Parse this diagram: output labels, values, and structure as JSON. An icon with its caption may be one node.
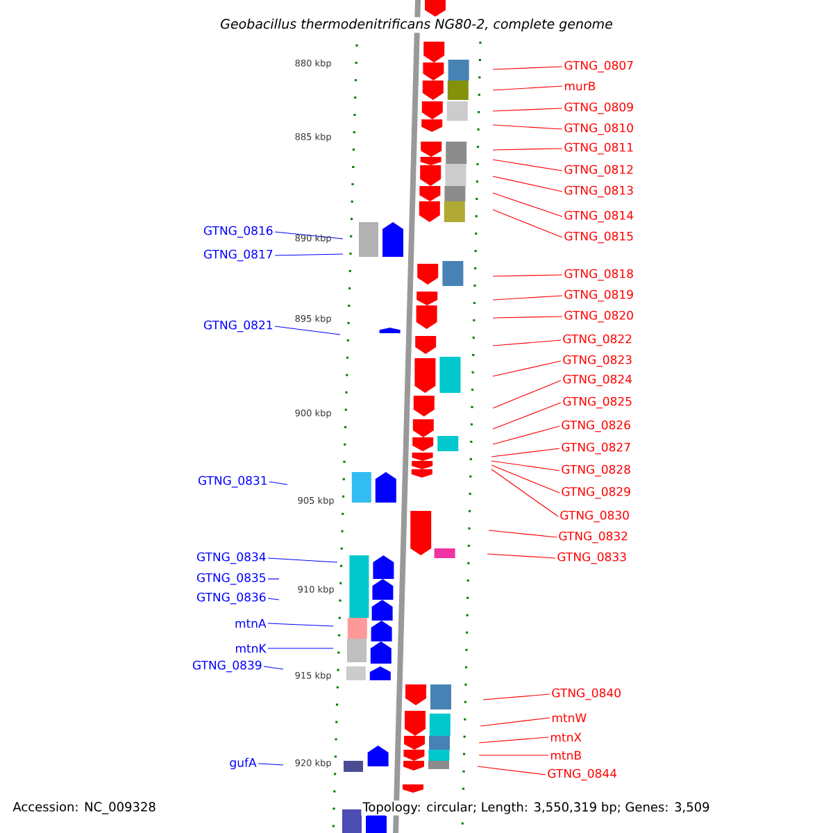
{
  "diagram": {
    "title": "Geobacillus thermodenitrificans NG80-2, complete genome",
    "nodes": [
      {
        "text": [
          "GTNG_0807"
        ]
      },
      {
        "text": [
          "murB"
        ]
      },
      {
        "text": [
          "GTNG_0809"
        ]
      },
      {
        "text": [
          "GTNG_0810"
        ]
      },
      {
        "text": [
          "GTNG_0811"
        ]
      },
      {
        "text": [
          "GTNG_0812"
        ]
      },
      {
        "text": [
          "GTNG_0813"
        ]
      },
      {
        "text": [
          "GTNG_0814"
        ]
      },
      {
        "text": [
          "GTNG_0815"
        ]
      },
      {
        "text": [
          "GTNG_0816"
        ]
      },
      {
        "text": [
          "GTNG_0817"
        ]
      },
      {
        "text": [
          "GTNG_0818"
        ]
      },
      {
        "text": [
          "GTNG_0819"
        ]
      },
      {
        "text": [
          "GTNG_0820"
        ]
      },
      {
        "text": [
          "GTNG_0821"
        ]
      },
      {
        "text": [
          "GTNG_0822"
        ]
      },
      {
        "text": [
          "GTNG_0823"
        ]
      },
      {
        "text": [
          "GTNG_0824"
        ]
      },
      {
        "text": [
          "GTNG_0825"
        ]
      },
      {
        "text": [
          "GTNG_0826"
        ]
      },
      {
        "text": [
          "GTNG_0827"
        ]
      },
      {
        "text": [
          "GTNG_0828"
        ]
      },
      {
        "text": [
          "GTNG_0829"
        ]
      },
      {
        "text": [
          "GTNG_0830"
        ]
      },
      {
        "text": [
          "GTNG_0831"
        ]
      },
      {
        "text": [
          "GTNG_0832"
        ]
      },
      {
        "text": [
          "GTNG_0833"
        ]
      },
      {
        "text": [
          "GTNG_0834"
        ]
      },
      {
        "text": [
          "GTNG_0835"
        ]
      },
      {
        "text": [
          "GTNG_0836"
        ]
      },
      {
        "text": [
          "mtnA"
        ]
      },
      {
        "text": [
          "mtnK"
        ]
      },
      {
        "text": [
          "GTNG_0839"
        ]
      },
      {
        "text": [
          "GTNG_0840"
        ]
      },
      {
        "text": [
          "mtnW"
        ]
      },
      {
        "text": [
          "mtnX"
        ]
      },
      {
        "text": [
          "mtnB"
        ]
      },
      {
        "text": [
          "GTNG_0844"
        ]
      },
      {
        "text": [
          "gufA"
        ]
      }
    ],
    "edges": [
      {
        "from": 0,
        "to": null,
        "arrow": "none"
      },
      {
        "from": 1,
        "to": null,
        "arrow": "none"
      },
      {
        "from": 2,
        "to": null,
        "arrow": "none"
      },
      {
        "from": 3,
        "to": null,
        "arrow": "none"
      },
      {
        "from": 4,
        "to": null,
        "arrow": "none"
      },
      {
        "from": 5,
        "to": null,
        "arrow": "none"
      },
      {
        "from": 6,
        "to": null,
        "arrow": "none"
      },
      {
        "from": 7,
        "to": null,
        "arrow": "none"
      },
      {
        "from": 8,
        "to": null,
        "arrow": "none"
      },
      {
        "from": 9,
        "to": null,
        "arrow": "none",
        "color": "#0000ff"
      },
      {
        "from": 10,
        "to": null,
        "arrow": "none",
        "color": "#0000ff"
      },
      {
        "from": 11,
        "to": null,
        "arrow": "none"
      },
      {
        "from": 12,
        "to": null,
        "arrow": "none"
      },
      {
        "from": 13,
        "to": null,
        "arrow": "none"
      },
      {
        "from": 14,
        "to": null,
        "arrow": "none",
        "color": "#0000ff"
      },
      {
        "from": 15,
        "to": null,
        "arrow": "none"
      },
      {
        "from": 16,
        "to": null,
        "arrow": "none"
      },
      {
        "from": 17,
        "to": null,
        "arrow": "none"
      },
      {
        "from": 18,
        "to": null,
        "arrow": "none"
      },
      {
        "from": 19,
        "to": null,
        "arrow": "none"
      },
      {
        "from": 20,
        "to": null,
        "arrow": "none"
      },
      {
        "from": 21,
        "to": null,
        "arrow": "none"
      },
      {
        "from": 22,
        "to": null,
        "arrow": "none"
      },
      {
        "from": 23,
        "to": null,
        "arrow": "none"
      },
      {
        "from": 24,
        "to": null,
        "arrow": "none",
        "color": "#0000ff"
      },
      {
        "from": 25,
        "to": null,
        "arrow": "none"
      },
      {
        "from": 26,
        "to": null,
        "arrow": "none"
      },
      {
        "from": 27,
        "to": null,
        "arrow": "none",
        "color": "#0000ff"
      },
      {
        "from": 28,
        "to": null,
        "arrow": "none",
        "color": "#0000ff"
      },
      {
        "from": 29,
        "to": null,
        "arrow": "none",
        "color": "#0000ff"
      },
      {
        "from": 30,
        "to": null,
        "arrow": "none",
        "color": "#0000ff"
      },
      {
        "from": 31,
        "to": null,
        "arrow": "none",
        "color": "#0000ff"
      },
      {
        "from": 32,
        "to": null,
        "arrow": "none",
        "color": "#0000ff"
      },
      {
        "from": 33,
        "to": null,
        "arrow": "none"
      },
      {
        "from": 34,
        "to": null,
        "arrow": "none"
      },
      {
        "from": 35,
        "to": null,
        "arrow": "none"
      },
      {
        "from": 36,
        "to": null,
        "arrow": "none"
      },
      {
        "from": 37,
        "to": null,
        "arrow": "none"
      },
      {
        "from": 38,
        "to": null,
        "arrow": "none",
        "color": "#0000ff"
      }
    ],
    "labels": [
      "880 kbp",
      "885 kbp",
      "890 kbp",
      "895 kbp",
      "900 kbp",
      "905 kbp",
      "910 kbp",
      "915 kbp",
      "920 kbp",
      "Accession: NC_009328",
      "Topology: circular; Length: 3,550,319 bp; Genes: 3,509"
    ]
  }
}
